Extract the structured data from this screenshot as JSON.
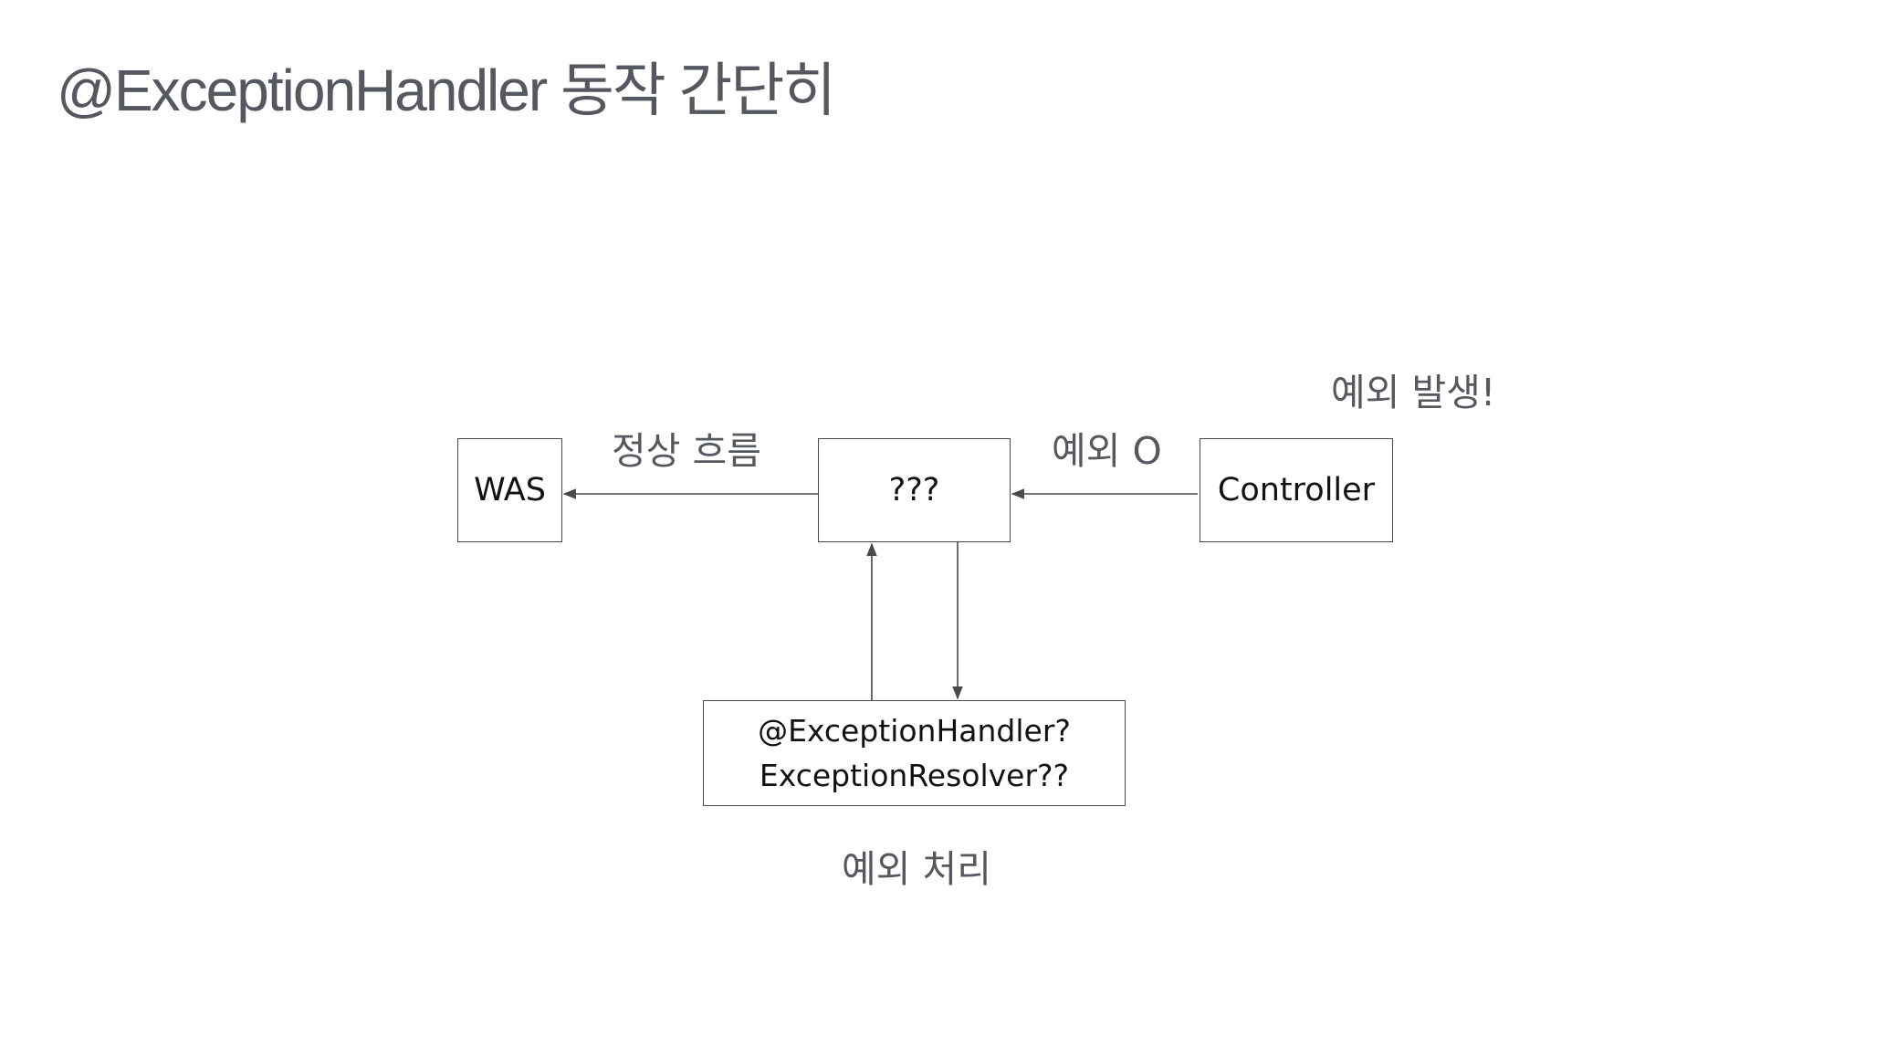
{
  "title": "@ExceptionHandler 동작 간단히",
  "nodes": {
    "was": "WAS",
    "mid": "???",
    "controller": "Controller",
    "handler_line1": "@ExceptionHandler?",
    "handler_line2": "ExceptionResolver??"
  },
  "labels": {
    "normal_flow": "정상 흐름",
    "exception_o": "예외 O",
    "exception_occur": "예외 발생!",
    "exception_handle": "예외 처리"
  },
  "colors": {
    "title": "#55585e",
    "line": "#4a4a4a"
  }
}
